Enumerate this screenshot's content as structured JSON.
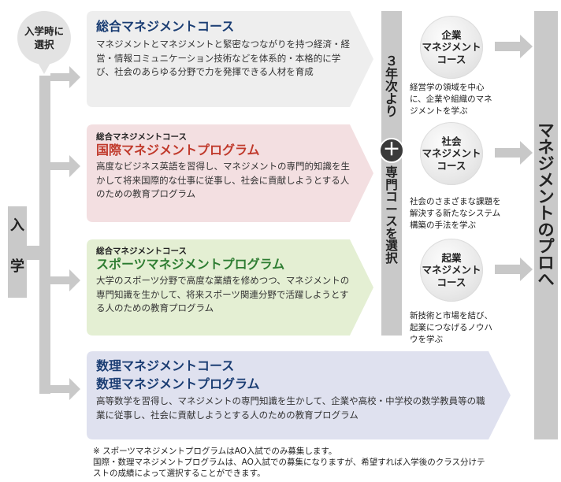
{
  "entry_bubble": "入学時に\n選択",
  "entrance_label": [
    "入",
    "学"
  ],
  "courses": [
    {
      "subtitle": "",
      "title": "総合マネジメントコース",
      "title2": "",
      "description": "マネジメントとマネジメントと緊密なつながりを持つ経済・経営・情報コミュニケーション技術などを体系的・本格的に学び、社会のあらゆる分野で力を発揮できる人材を育成",
      "fill": "#eeeeee",
      "title_color": "#1a3d73"
    },
    {
      "subtitle": "総合マネジメントコース",
      "title": "国際マネジメントプログラム",
      "title2": "",
      "description": "高度なビジネス英語を習得し、マネジメントの専門的知識を生かして将来国際的な仕事に従事し、社会に貢献しようとする人のための教育プログラム",
      "fill": "#f3dfe1",
      "title_color": "#c0392b"
    },
    {
      "subtitle": "総合マネジメントコース",
      "title": "スポーツマネジメントプログラム",
      "title2": "",
      "description": "大学のスポーツ分野で高度な業績を修めつつ、マネジメントの専門知識を生かして、将来スポーツ関連分野で活躍しようとする人のための教育プログラム",
      "fill": "#e4efd3",
      "title_color": "#2e7d32"
    },
    {
      "subtitle": "",
      "title": "数理マネジメントコース",
      "title2": "数理マネジメントプログラム",
      "description": "高等数学を習得し、マネジメントの専門知識を生かして、企業や高校・中学校の数学教員等の職業に従事し、社会に貢献しようとする人のための教育プログラム",
      "fill": "#dfe1ef",
      "title_color": "#1a3d73"
    }
  ],
  "year3_label": "３年次より",
  "plus_symbol": "＋",
  "specialty_label": "専門コースを選択",
  "specialty_courses": [
    {
      "name": "企業\nマネジメント\nコース",
      "description": "経営学の領域を中心に、企業や組織のマネジメントを学ぶ"
    },
    {
      "name": "社会\nマネジメント\nコース",
      "description": "社会のさまざまな課題を解決する新たなシステム構築の手法を学ぶ"
    },
    {
      "name": "起業\nマネジメント\nコース",
      "description": "新技術と市場を結び、起業につなげるノウハウを学ぶ"
    }
  ],
  "goal_label": "マネジメントのプロへ",
  "notes": [
    "※ スポーツマネジメントプログラムはAO入試でのみ募集します。",
    "国際・数理マネジメントプログラムは、AO入試での募集になりますが、希望すれば入学後のクラス分けテストの成績によって選択することができます。"
  ],
  "colors": {
    "gray_bar": "#c9c9c9",
    "arrow": "#c8c8c8",
    "plus_circle": "#3a3a3a"
  }
}
